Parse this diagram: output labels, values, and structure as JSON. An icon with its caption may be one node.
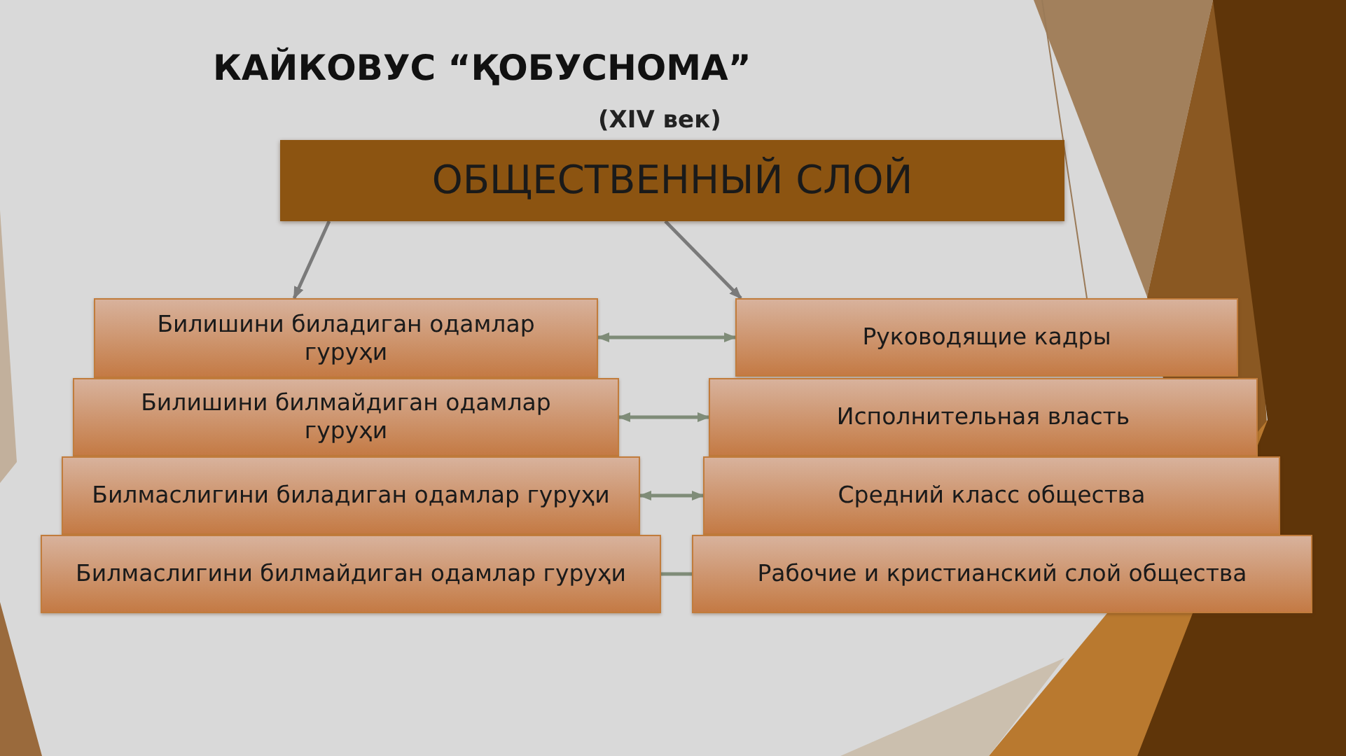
{
  "diagram": {
    "title": "КАЙКОВУС “ҚОБУСНОМА”",
    "nodes": [
      {
        "text": [
          "ОБЩЕСТВЕННЫЙ СЛОЙ"
        ]
      },
      {
        "text": [
          "Билишини биладиган одамлар гуруҳи"
        ]
      },
      {
        "text": [
          "Билишини билмайдиган одамлар гуруҳи"
        ]
      },
      {
        "text": [
          "Билмаслигини биладиган одамлар гуруҳи"
        ]
      },
      {
        "text": [
          "Билмаслигини билмайдиган одамлар гуруҳи"
        ]
      },
      {
        "text": [
          "Руководящие кадры"
        ]
      },
      {
        "text": [
          "Исполнительная власть"
        ]
      },
      {
        "text": [
          "Средний класс общества"
        ]
      },
      {
        "text": [
          "Рабочие и кристианский слой общества"
        ]
      }
    ],
    "edges": [
      {
        "from": 0,
        "to": 1,
        "arrow": "to"
      },
      {
        "from": 0,
        "to": 5,
        "arrow": "to"
      },
      {
        "from": 1,
        "to": 5,
        "arrow": "both"
      },
      {
        "from": 2,
        "to": 6,
        "arrow": "both"
      },
      {
        "from": 3,
        "to": 7,
        "arrow": "both"
      },
      {
        "from": 4,
        "to": 8,
        "arrow": "none"
      }
    ],
    "labels": [
      "(XIV век)"
    ]
  }
}
